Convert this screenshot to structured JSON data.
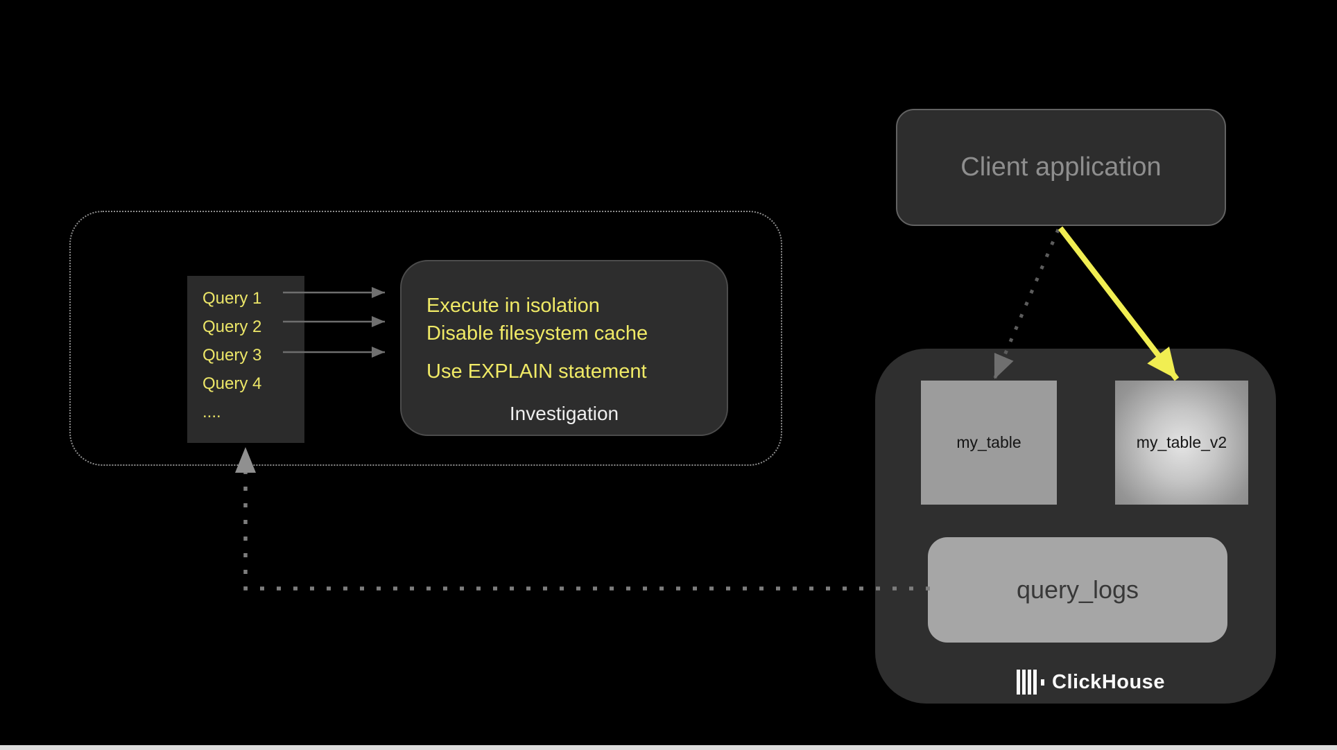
{
  "diagram": {
    "client_app": {
      "label": "Client application"
    },
    "investigation": {
      "queries": [
        "Query 1",
        "Query 2",
        "Query 3",
        "Query 4",
        "...."
      ],
      "tips": [
        "Execute in isolation",
        "Disable filesystem cache",
        "Use EXPLAIN statement"
      ],
      "label": "Investigation"
    },
    "clickhouse": {
      "tables": [
        {
          "label": "my_table"
        },
        {
          "label": "my_table_v2",
          "highlighted": true
        }
      ],
      "query_logs": "query_logs",
      "brand": "ClickHouse"
    },
    "colors": {
      "background": "#000000",
      "highlight_yellow": "#f1ee52",
      "text_yellow": "#f0ea66",
      "dark_box": "#2d2d2d",
      "container_gray": "#2f2f2f",
      "table_gray": "#9c9c9c",
      "muted_text": "#8e8e8e",
      "connector_gray": "#6e6e6e",
      "dashed_gray": "#7d7d7d"
    }
  }
}
